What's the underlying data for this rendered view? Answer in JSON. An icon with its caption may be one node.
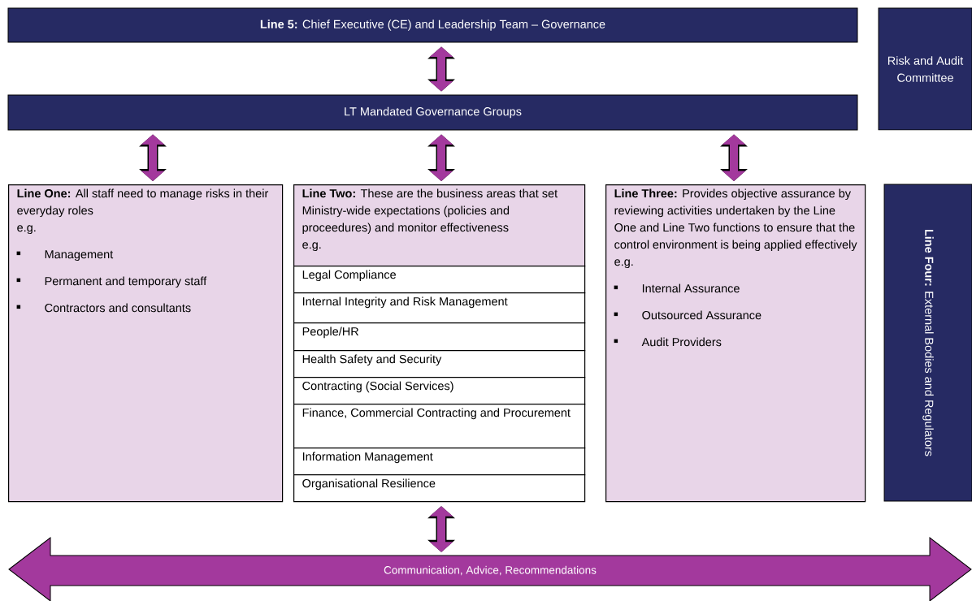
{
  "diagram": {
    "nodes": [
      {
        "text": [
          "**Line 5:** Chief Executive (CE) and Leadership Team – Governance"
        ]
      },
      {
        "text": [
          "Risk and Audit Committee"
        ]
      },
      {
        "text": [
          "LT Mandated Governance Groups"
        ]
      },
      {
        "text": [
          "**Line One:** All staff need to manage risks in their everyday roles",
          "e.g.",
          "Management",
          "Permanent and temporary staff",
          "Contractors and consultants"
        ]
      },
      {
        "text": [
          "**Line Two:** These are the business areas that set Ministry-wide expectations (policies and proceedures) and monitor effectiveness",
          "e.g."
        ]
      },
      {
        "text": [
          "Legal Compliance"
        ]
      },
      {
        "text": [
          "Internal Integrity and Risk Management"
        ]
      },
      {
        "text": [
          "People/HR"
        ]
      },
      {
        "text": [
          "Health Safety and Security"
        ]
      },
      {
        "text": [
          "Contracting (Social Services)"
        ]
      },
      {
        "text": [
          "Finance, Commercial Contracting and Procurement"
        ]
      },
      {
        "text": [
          "Information Management"
        ]
      },
      {
        "text": [
          "Organisational Resilience"
        ]
      },
      {
        "text": [
          "**Line Three:** Provides objective assurance by reviewing activities undertaken by the Line One and Line Two functions to ensure that the control environment is being applied effectively",
          "e.g.",
          "Internal Assurance",
          "Outsourced Assurance",
          "Audit Providers"
        ]
      },
      {
        "text": [
          "**Line Four:** External Bodies and Regulators"
        ]
      },
      {
        "text": [
          "Communication, Advice, Recommendations"
        ]
      }
    ],
    "edges": [
      {
        "from": 0,
        "to": 2,
        "arrow": "both"
      },
      {
        "from": 2,
        "to": 3,
        "arrow": "both"
      },
      {
        "from": 2,
        "to": 4,
        "arrow": "both"
      },
      {
        "from": 2,
        "to": 13,
        "arrow": "both"
      },
      {
        "from": 12,
        "to": 15,
        "arrow": "both"
      }
    ]
  }
}
